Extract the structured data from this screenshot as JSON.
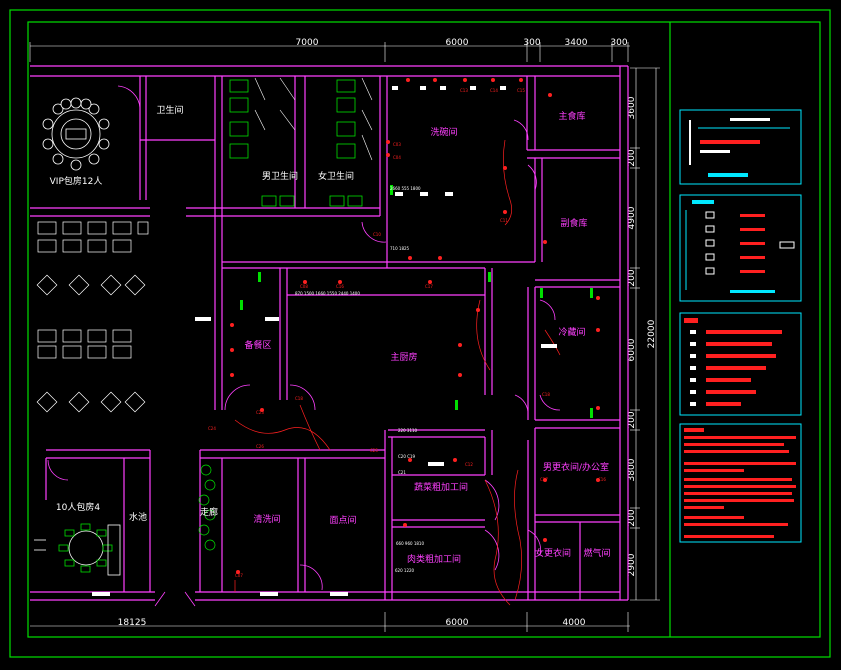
{
  "drawing": {
    "top_dims": [
      "7000",
      "6000",
      "300",
      "3400",
      "300"
    ],
    "bottom_dims": [
      "18125",
      "6000",
      "4000"
    ],
    "right_dims": [
      "3600",
      "200",
      "4900",
      "200",
      "6000",
      "200",
      "3800",
      "200",
      "2900"
    ],
    "right_total": "22000"
  },
  "rooms": {
    "vip": "VIP包房12人",
    "toilet": "卫生间",
    "male_wc": "男卫生间",
    "female_wc": "女卫生间",
    "dishwash": "洗碗间",
    "main_store": "主食库",
    "veg_store": "副食库",
    "cold": "冷藏间",
    "main_kitchen": "主厨房",
    "pantry": "备餐区",
    "cleaning": "清洗间",
    "pastry": "面点间",
    "veg_process": "蔬菜粗加工间",
    "meat_process": "肉类粗加工间",
    "male_locker": "男更衣间/办公室",
    "female_locker": "女更衣间",
    "gas": "燃气间",
    "private10": "10人包房4",
    "pool": "水池",
    "corridor": "走廊"
  },
  "colors": {
    "wall": "#ff40ff",
    "frame": "#00e000",
    "dim": "#ffffff",
    "device": "#ff2020",
    "panel": "#00e8ff"
  }
}
